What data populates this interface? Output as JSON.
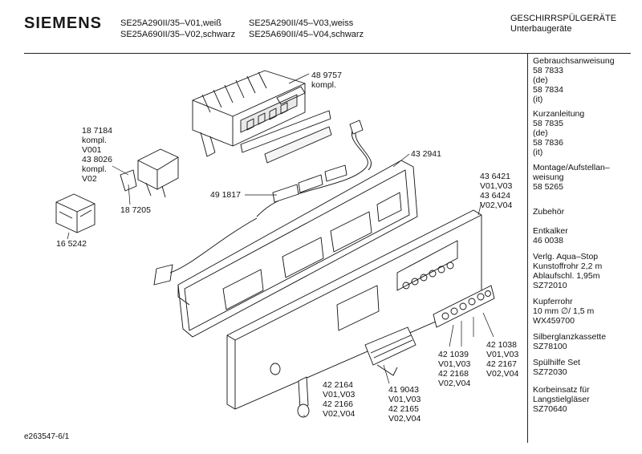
{
  "header": {
    "brand": "SIEMENS",
    "models": [
      "SE25A290II/35–V01,weiß",
      "SE25A690II/35–V02,schwarz",
      "SE25A290II/45–V03,weiss",
      "SE25A690II/45–V04,schwarz"
    ],
    "category": "GESCHIRRSPÜLGERÄTE",
    "subcategory": "Unterbaugeräte"
  },
  "sidebar": [
    [
      "Gebrauchsanweisung",
      "58 7833",
      "(de)",
      "58 7834",
      "(it)"
    ],
    [
      "Kurzanleitung",
      "58 7835",
      "(de)",
      "58 7836",
      "(it)"
    ],
    [
      "Montage/Aufstellan–",
      "weisung",
      "58 5265"
    ],
    [
      "Zubehör"
    ],
    [
      "Entkalker",
      "46 0038"
    ],
    [
      "Verlg. Aqua–Stop",
      "Kunstoffrohr 2,2 m",
      "Ablaufschl. 1,95m",
      "SZ72010"
    ],
    [
      "Kupferrohr",
      "10 mm ∅/ 1,5 m",
      "WX459700"
    ],
    [
      "Silberglanzkassette",
      "SZ78100"
    ],
    [
      "Spülhilfe Set",
      "SZ72030"
    ],
    [
      "Korbeinsatz für",
      "Langstielgläser",
      "SZ70640"
    ]
  ],
  "parts": [
    [
      "48 9757",
      "kompl."
    ],
    [
      "18 7184",
      "kompl.",
      "V001",
      "43 8026",
      "kompl.",
      "V02"
    ],
    [
      "18 7205"
    ],
    [
      "16 5242"
    ],
    [
      "49 1817"
    ],
    [
      "43 2941"
    ],
    [
      "43 6421",
      "V01,V03",
      "43 6424",
      "V02,V04"
    ],
    [
      "42 1039",
      "V01,V03",
      "42 2168",
      "V02,V04"
    ],
    [
      "42 1038",
      "V01,V03",
      "42 2167",
      "V02,V04"
    ],
    [
      "41 9043",
      "V01,V03",
      "42 2165",
      "V02,V04"
    ],
    [
      "42 2164",
      "V01,V03",
      "42 2166",
      "V02,V04"
    ]
  ],
  "footer": "e263547-6/1"
}
